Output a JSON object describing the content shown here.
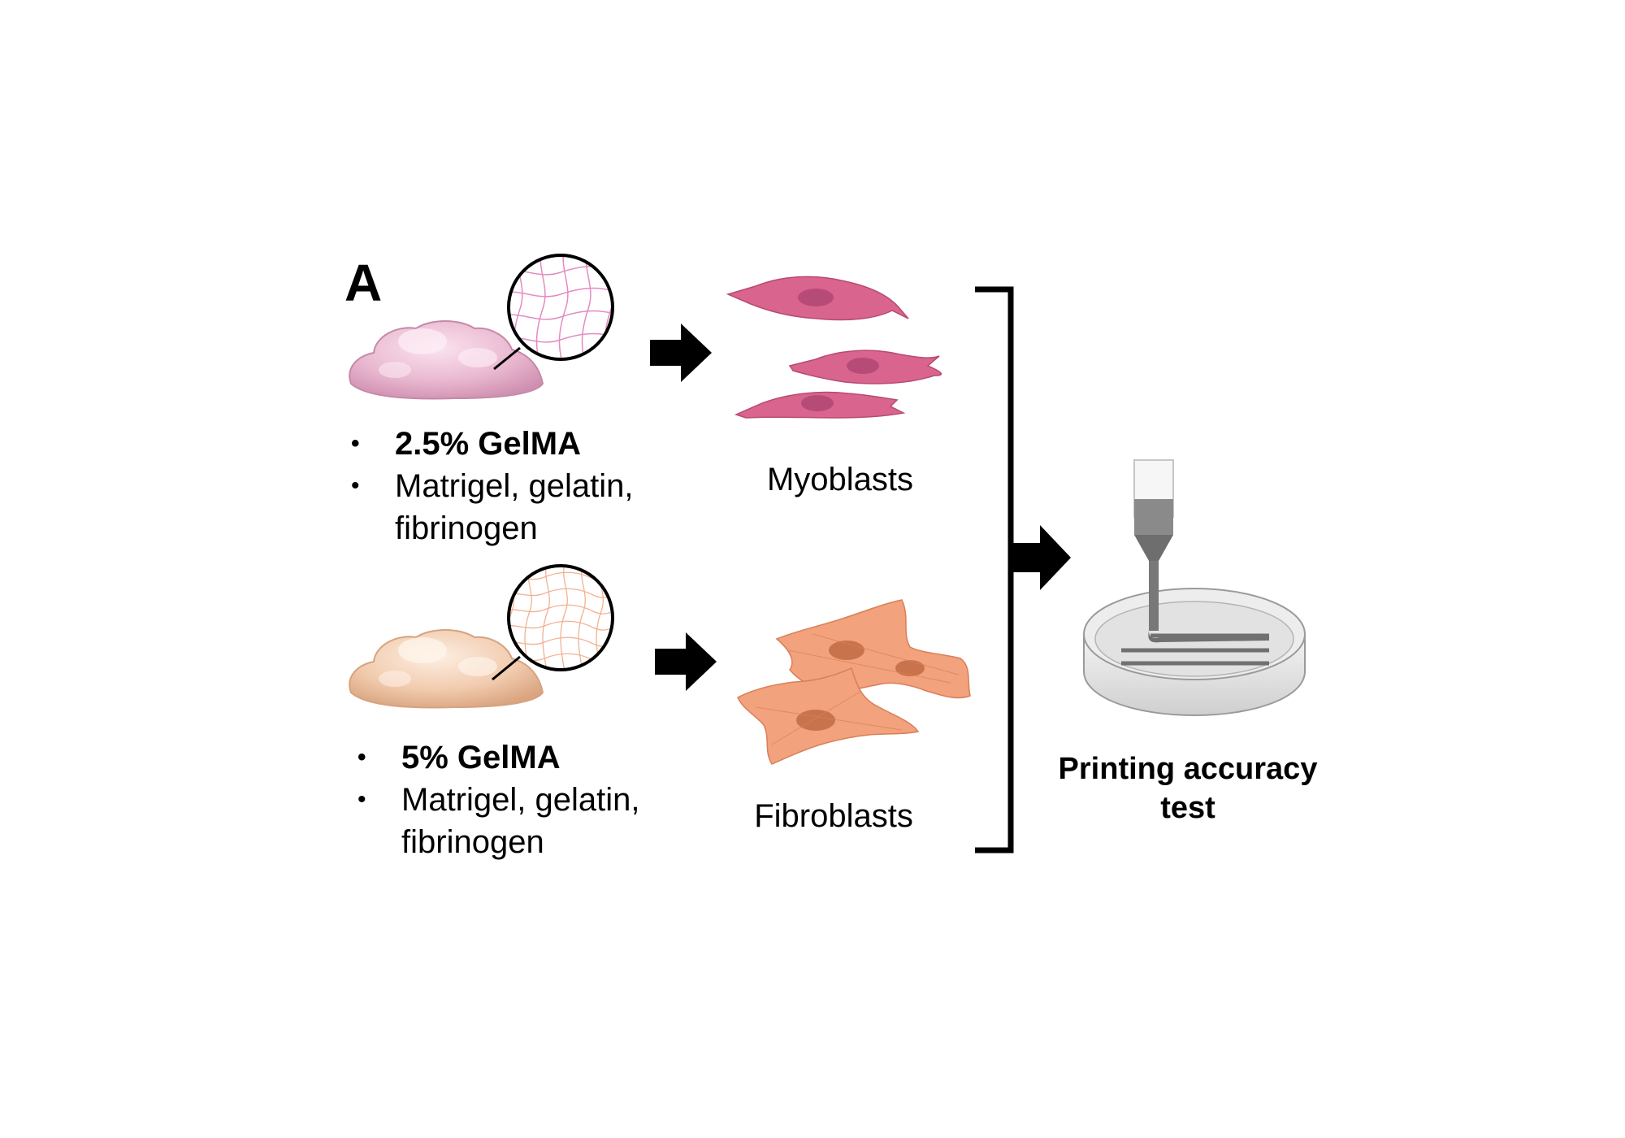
{
  "panel_letter": "A",
  "hydrogels": [
    {
      "concentration": "2.5% GelMA",
      "additives": "Matrigel, gelatin, fibrinogen",
      "color": "#e8b6cf"
    },
    {
      "concentration": "5% GelMA",
      "additives": "Matrigel, gelatin, fibrinogen",
      "color": "#f0c9aa"
    }
  ],
  "cells": [
    {
      "label": "Myoblasts",
      "color": "#d9648e"
    },
    {
      "label": "Fibroblasts",
      "color": "#ee9c74"
    }
  ],
  "output": {
    "label": "Printing accuracy test"
  }
}
